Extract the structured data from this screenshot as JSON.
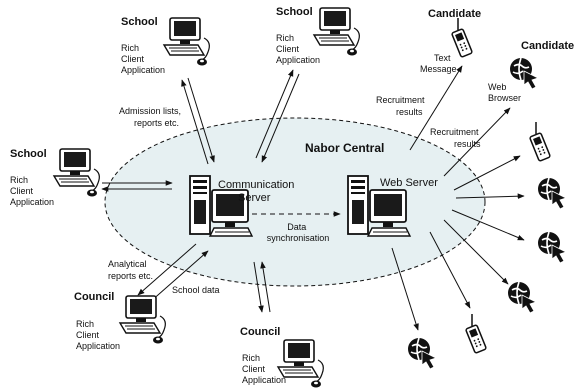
{
  "central": {
    "title": "Nabor Central",
    "comm_server": [
      "Communication",
      "Server"
    ],
    "web_server": "Web Server",
    "sync_label": [
      "Data",
      "synchronisation"
    ]
  },
  "nodes": {
    "school_top_left": {
      "title": "School",
      "app": [
        "Rich",
        "Client",
        "Application"
      ]
    },
    "school_top_mid": {
      "title": "School",
      "app": [
        "Rich",
        "Client",
        "Application"
      ]
    },
    "school_left": {
      "title": "School",
      "app": [
        "Rich",
        "Client",
        "Application"
      ]
    },
    "council_bottom_left": {
      "title": "Council",
      "app": [
        "Rich",
        "Client",
        "Application"
      ]
    },
    "council_bottom_mid": {
      "title": "Council",
      "app": [
        "Rich",
        "Client",
        "Application"
      ]
    },
    "candidate_phone": {
      "title": "Candidate",
      "channel": [
        "Text",
        "Message"
      ]
    },
    "candidate_web": {
      "title": "Candidate",
      "channel": [
        "Web",
        "Browser"
      ]
    }
  },
  "edge_labels": {
    "admission": [
      "Admission lists,",
      "reports etc."
    ],
    "analytical": [
      "Analytical",
      "reports etc."
    ],
    "school_data": "School data",
    "recruitment_1": [
      "Recruitment",
      "results"
    ],
    "recruitment_2": [
      "Recruitment",
      "results"
    ]
  },
  "colors": {
    "ellipse_fill": "#e6f0f2",
    "ink": "#111111"
  }
}
